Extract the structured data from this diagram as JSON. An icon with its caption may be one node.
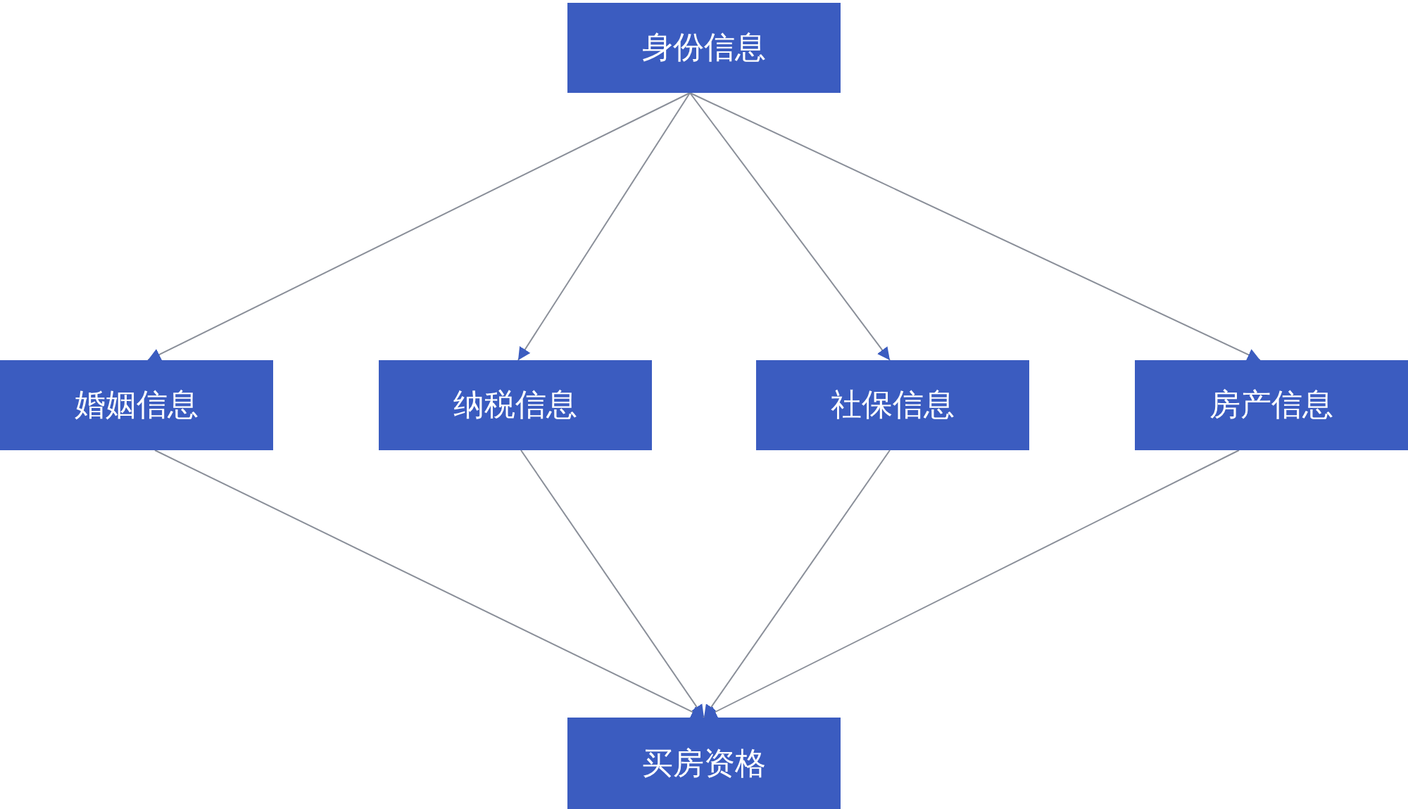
{
  "diagram": {
    "nodes": [
      {
        "text": [
          "身份信息"
        ]
      },
      {
        "text": [
          "婚姻信息"
        ]
      },
      {
        "text": [
          "纳税信息"
        ]
      },
      {
        "text": [
          "社保信息"
        ]
      },
      {
        "text": [
          "房产信息"
        ]
      },
      {
        "text": [
          "买房资格"
        ]
      }
    ],
    "edges": [
      {
        "from": 0,
        "to": 1,
        "arrow": "to"
      },
      {
        "from": 0,
        "to": 2,
        "arrow": "to"
      },
      {
        "from": 0,
        "to": 3,
        "arrow": "to"
      },
      {
        "from": 0,
        "to": 4,
        "arrow": "to"
      },
      {
        "from": 1,
        "to": 5,
        "arrow": "to"
      },
      {
        "from": 2,
        "to": 5,
        "arrow": "to"
      },
      {
        "from": 3,
        "to": 5,
        "arrow": "to"
      },
      {
        "from": 4,
        "to": 5,
        "arrow": "to"
      }
    ]
  }
}
